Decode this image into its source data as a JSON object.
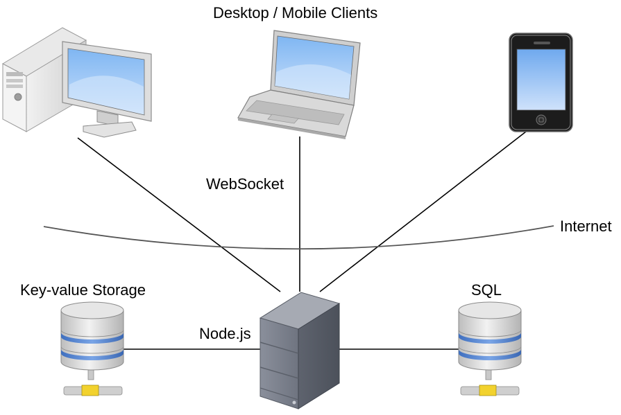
{
  "labels": {
    "clients_title": "Desktop / Mobile Clients",
    "websocket": "WebSocket",
    "internet": "Internet",
    "key_value_storage": "Key-value Storage",
    "sql": "SQL",
    "nodejs": "Node.js"
  },
  "icons": {
    "desktop": "desktop-computer-icon",
    "laptop": "laptop-icon",
    "phone": "smartphone-icon",
    "server": "server-tower-icon",
    "database_left": "database-icon",
    "database_right": "database-icon"
  },
  "colors": {
    "line": "#000000",
    "internet_curve": "#555555",
    "screen_light": "#cfe4fb",
    "screen_dark": "#5aa2ef",
    "server_body": "#7a7f8c",
    "db_body": "#d9d9d9",
    "db_band": "#5b8bd6",
    "db_connector": "#f2d22e"
  }
}
